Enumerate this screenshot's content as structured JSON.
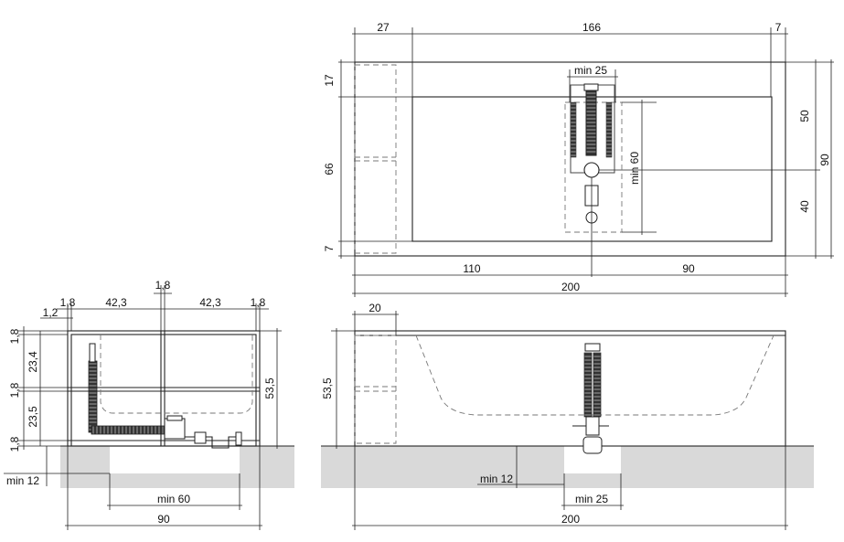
{
  "colors": {
    "line": "#222222",
    "floor": "#d9d9d9",
    "dashed": "#777777"
  },
  "plan_view": {
    "top": {
      "left": "27",
      "middle": "166",
      "right": "7"
    },
    "left": {
      "top": "17",
      "middle": "66",
      "bottom": "7"
    },
    "right": {
      "upper": "50",
      "lower": "40",
      "total": "90"
    },
    "valve_width": "min 25",
    "valve_height": "min 60",
    "bottom": {
      "left": "110",
      "right": "90",
      "total": "200"
    }
  },
  "side_view": {
    "top_pos": {
      "a": "1,8",
      "b": "42,3",
      "c": "1,8",
      "d": "42,3",
      "e": "1,8"
    },
    "inset": "1,2",
    "left_stack": {
      "a": "1,8",
      "b": "23,4",
      "c": "1,8",
      "d": "23,5",
      "e": "1,8"
    },
    "height": "53,5",
    "floor_gap": "min 12",
    "pit_width": "min  60",
    "width": "90"
  },
  "front_view": {
    "top_left": "20",
    "height": "53,5",
    "floor_gap": "min 12",
    "pit_width": "min  25",
    "width": "200"
  }
}
